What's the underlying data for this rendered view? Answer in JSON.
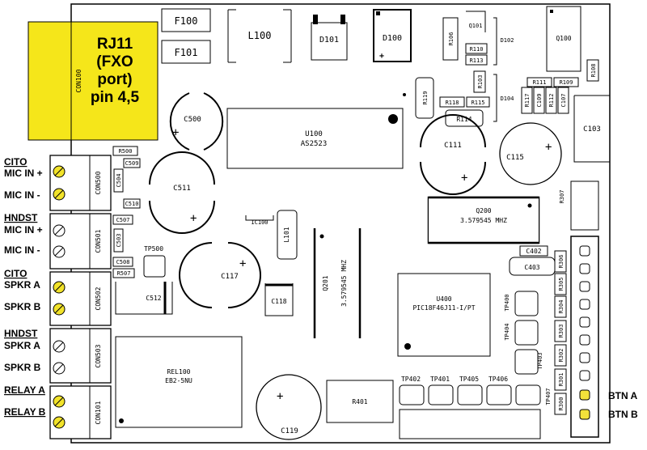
{
  "title_box": {
    "lines": [
      "RJ11",
      "(FXO",
      "port)",
      "pin 4,5"
    ],
    "connector": "CON100"
  },
  "left_labels": {
    "cito_mic": "CITO",
    "mic_in_plus": "MIC IN +",
    "mic_in_minus": "MIC IN -",
    "hndst_mic": "HNDST",
    "hndst_mic_in_plus": "MIC IN +",
    "hndst_mic_in_minus": "MIC IN -",
    "cito_spkr": "CITO",
    "spkr_a": "SPKR A",
    "spkr_b": "SPKR B",
    "hndst_spkr": "HNDST",
    "hndst_spkr_a": "SPKR A",
    "hndst_spkr_b": "SPKR B",
    "relay_a": "RELAY A",
    "relay_b": "RELAY B"
  },
  "connectors": [
    "CON500",
    "CON501",
    "CON502",
    "CON503",
    "CON101"
  ],
  "right_labels": {
    "btn_a": "BTN A",
    "btn_b": "BTN B"
  },
  "parts": {
    "F100": "F100",
    "F101": "F101",
    "L100": "L100",
    "D101": "D101",
    "D100": "D100",
    "R106": "R106",
    "Q101": "Q101",
    "D102": "D102",
    "Q100": "Q100",
    "R110": "R110",
    "R113": "R113",
    "R108": "R108",
    "R103": "R103",
    "R111": "R111",
    "R109": "R109",
    "R119": "R119",
    "R118": "R118",
    "R115": "R115",
    "D104": "D104",
    "R117": "R117",
    "C109": "C109",
    "R112": "R112",
    "C107": "C107",
    "R114": "R114",
    "C103": "C103",
    "C500": "C500",
    "U100": "U100",
    "U100_part": "AS2523",
    "C111": "C111",
    "C115": "C115",
    "R500": "R500",
    "C509": "C509",
    "C504": "C504",
    "C510": "C510",
    "C511": "C511",
    "R307": "R307",
    "Q200": "Q200",
    "Q200_freq": "3.579545 MHZ",
    "C507": "C507",
    "C503": "C503",
    "C508": "C508",
    "R507": "R507",
    "TP500": "TP500",
    "IC100": "IC100",
    "L101": "L101",
    "C117": "C117",
    "C118": "C118",
    "C512": "C512",
    "Q201": "Q201",
    "Q201_freq": "3.579545 MHZ",
    "C402": "C402",
    "C403": "C403",
    "R306": "R306",
    "R305": "R305",
    "R304": "R304",
    "R303": "R303",
    "R302": "R302",
    "R301": "R301",
    "R300": "R300",
    "U400": "U400",
    "U400_part": "PIC18F46J11-I/PT",
    "TP400": "TP400",
    "TP404": "TP404",
    "TP403": "TP403",
    "TP407": "TP407",
    "TP402": "TP402",
    "TP401": "TP401",
    "TP405": "TP405",
    "TP406": "TP406",
    "REL100": "REL100",
    "REL100_part": "EB2-5NU",
    "C119": "C119",
    "R401": "R401"
  },
  "colors": {
    "highlight": "#f5e61a",
    "terminal": "#f2e32a",
    "led": "#f3e23a",
    "outline": "#000000"
  }
}
